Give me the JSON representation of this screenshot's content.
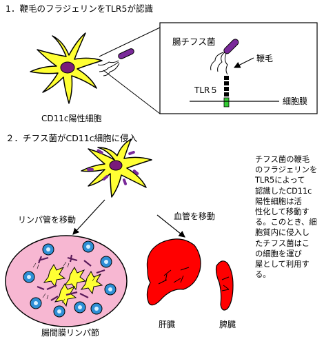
{
  "section1": {
    "heading": "1．鞭毛のフラジェリンをTLR5が認識",
    "cell_label": "CD11c陽性細胞",
    "inset": {
      "bacterium_label": "腸チフス菌",
      "flagellum_label": "鞭毛",
      "receptor_label": "TLR５",
      "membrane_label": "細胞膜"
    }
  },
  "section2": {
    "heading": "２．チフス菌がCD11c細胞に侵入",
    "left_arrow_label": "リンパ管を移動",
    "right_arrow_label": "血管を移動",
    "node_label": "腸間膜リンパ節",
    "liver_label": "肝臓",
    "spleen_label": "脾臓",
    "paragraph": [
      "チフス菌の鞭毛",
      "のフラジェリンを",
      "TLR5によって",
      "認識したCD11c",
      "陽性細胞は活",
      "性化して移動す",
      "る。このとき、細",
      "胞質内に侵入し",
      "たチフス菌はこ",
      "の細胞を運び",
      "屋として利用す",
      "る。"
    ]
  },
  "colors": {
    "cell_fill": "#ffff33",
    "nucleus": "#7a1a7a",
    "lymph_node": "#f7b7d2",
    "organ": "#ff0000",
    "receptor_green": "#33cc33",
    "vesicle_blue": "#2f8fd6"
  }
}
